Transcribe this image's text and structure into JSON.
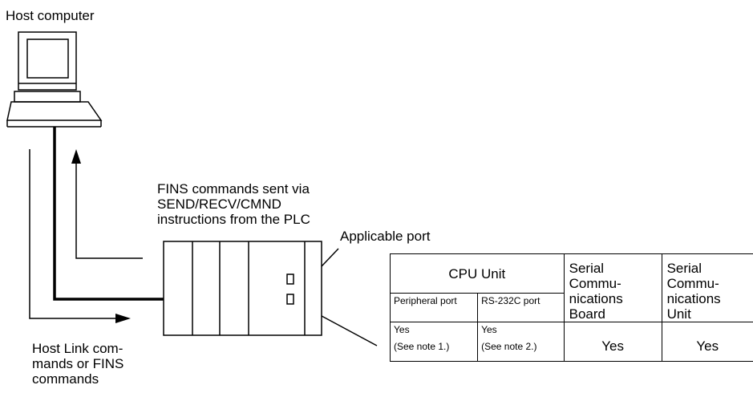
{
  "labels": {
    "host_computer": "Host computer",
    "fins_commands": "FINS commands sent via\nSEND/RECV/CMND\ninstructions from the PLC",
    "applicable_port": "Applicable port",
    "host_link": "Host Link com-\nmands or FINS\ncommands"
  },
  "table": {
    "cpu_unit": "CPU Unit",
    "peripheral_port": "Peripheral port",
    "rs232c_port": "RS-232C port",
    "board": "Serial\nCommu-\nnications\nBoard",
    "unit": "Serial\nCommu-\nnications\nUnit",
    "peripheral_value": "Yes",
    "peripheral_note": "(See note 1.)",
    "rs232c_value": "Yes",
    "rs232c_note": "(See note 2.)",
    "board_value": "Yes",
    "unit_value": "Yes"
  }
}
